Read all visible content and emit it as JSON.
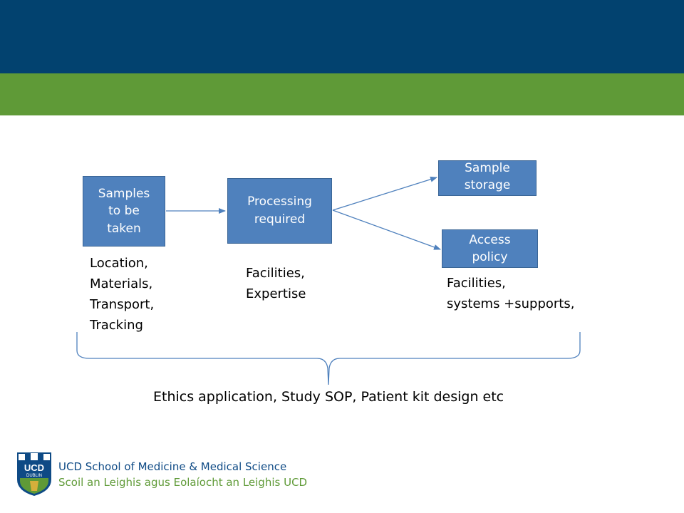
{
  "header": {
    "top_band_color": "#02426f",
    "green_band_color": "#5f9a37"
  },
  "diagram": {
    "box_color": "#4f81bd",
    "boxes": {
      "samples": "Samples\nto be\ntaken",
      "processing": "Processing\nrequired",
      "storage": "Sample\nstorage",
      "access": "Access\npolicy"
    },
    "notes": {
      "samples": "Location,\nMaterials,\nTransport,\nTracking",
      "processing": "Facilities,\nExpertise",
      "storage_access": "Facilities,\nsystems +supports,"
    },
    "summary": "Ethics application, Study SOP, Patient kit design etc"
  },
  "footer": {
    "logo_icon": "ucd-crest-icon",
    "logo_text_main": "UCD",
    "logo_text_sub": "DUBLIN",
    "school_name_en": "UCD School of Medicine & Medical Science",
    "school_name_ga": "Scoil an Leighis agus Eolaíocht an Leighis UCD"
  }
}
